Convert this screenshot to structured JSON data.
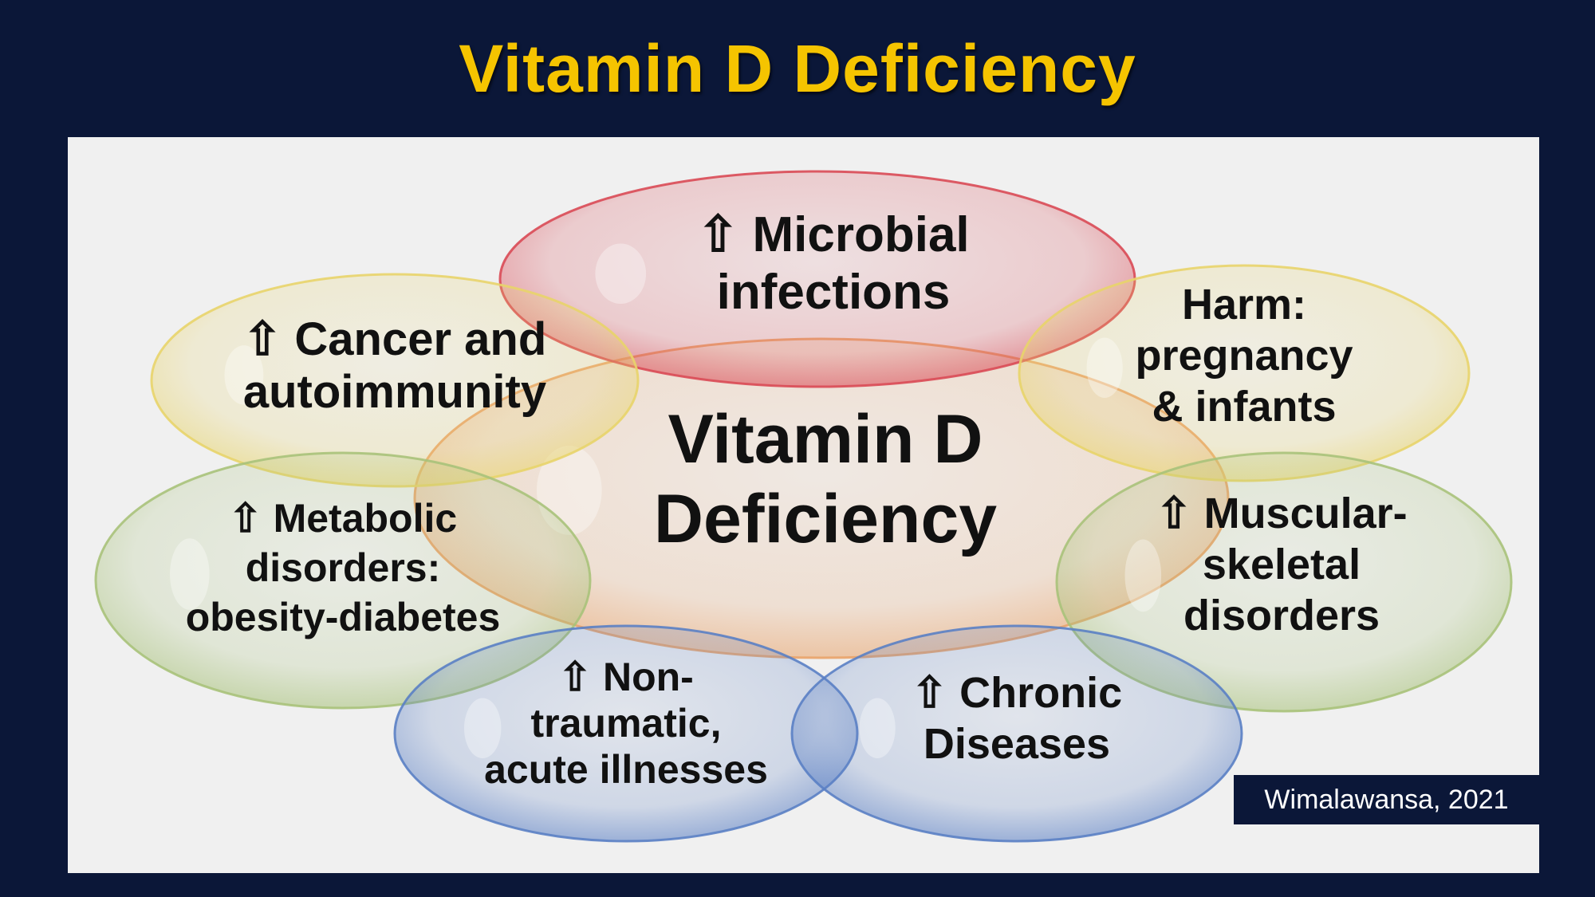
{
  "slide": {
    "title": "Vitamin D Deficiency",
    "citation": "Wimalawansa, 2021"
  },
  "diagram": {
    "center": {
      "lines": [
        "Vitamin D",
        "Deficiency"
      ],
      "color": "#e9a36a"
    },
    "ellipses": [
      {
        "id": "microbial",
        "lines": [
          "⇧ Microbial",
          "infections"
        ],
        "color": "#d94a55"
      },
      {
        "id": "cancer",
        "lines": [
          "⇧ Cancer and",
          "autoimmunity"
        ],
        "color": "#e8d46a"
      },
      {
        "id": "harm",
        "lines": [
          "Harm:",
          "pregnancy",
          "& infants"
        ],
        "color": "#e8d46a"
      },
      {
        "id": "metabolic",
        "lines": [
          "⇧ Metabolic",
          "disorders:",
          "obesity-diabetes"
        ],
        "color": "#a8c27a"
      },
      {
        "id": "muscular",
        "lines": [
          "⇧ Muscular-",
          "skeletal",
          "disorders"
        ],
        "color": "#a8c27a"
      },
      {
        "id": "nontraumatic",
        "lines": [
          "⇧ Non-",
          "traumatic,",
          "acute illnesses"
        ],
        "color": "#5a7fc4"
      },
      {
        "id": "chronic",
        "lines": [
          "⇧ Chronic",
          "Diseases"
        ],
        "color": "#5a7fc4"
      }
    ]
  }
}
